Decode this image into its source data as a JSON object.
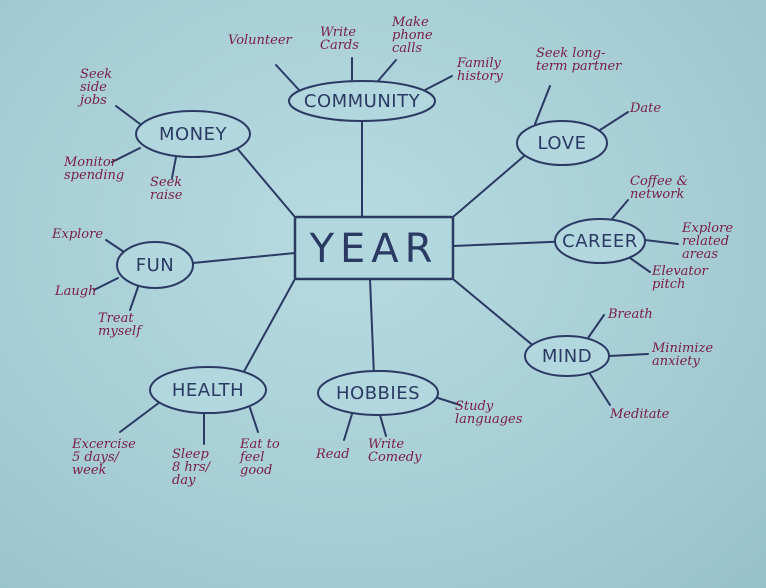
{
  "center": {
    "label": "YEAR"
  },
  "nodes": [
    {
      "id": "community",
      "label": "COMMUNITY",
      "leaves": [
        {
          "id": "volunteer",
          "text": [
            "Volunteer"
          ]
        },
        {
          "id": "write-cards",
          "text": [
            "Write",
            "Cards"
          ]
        },
        {
          "id": "make-phone-calls",
          "text": [
            "Make",
            "phone",
            "calls"
          ]
        },
        {
          "id": "family-history",
          "text": [
            "Family",
            "history"
          ]
        }
      ]
    },
    {
      "id": "love",
      "label": "LOVE",
      "leaves": [
        {
          "id": "seek-long-term-partner",
          "text": [
            "Seek long-",
            "term partner"
          ]
        },
        {
          "id": "date",
          "text": [
            "Date"
          ]
        }
      ]
    },
    {
      "id": "career",
      "label": "CAREER",
      "leaves": [
        {
          "id": "coffee-network",
          "text": [
            "Coffee &",
            "network"
          ]
        },
        {
          "id": "explore-related-areas",
          "text": [
            "Explore",
            "related",
            "areas"
          ]
        },
        {
          "id": "elevator-pitch",
          "text": [
            "Elevator",
            "pitch"
          ]
        }
      ]
    },
    {
      "id": "mind",
      "label": "MIND",
      "leaves": [
        {
          "id": "breath",
          "text": [
            "Breath"
          ]
        },
        {
          "id": "minimize-anxiety",
          "text": [
            "Minimize",
            "anxiety"
          ]
        },
        {
          "id": "meditate",
          "text": [
            "Meditate"
          ]
        }
      ]
    },
    {
      "id": "hobbies",
      "label": "HOBBIES",
      "leaves": [
        {
          "id": "read",
          "text": [
            "Read"
          ]
        },
        {
          "id": "write-comedy",
          "text": [
            "Write",
            "Comedy"
          ]
        },
        {
          "id": "study-languages",
          "text": [
            "Study",
            "languages"
          ]
        }
      ]
    },
    {
      "id": "health",
      "label": "HEALTH",
      "leaves": [
        {
          "id": "excercise",
          "text": [
            "Excercise",
            "5 days/",
            "week"
          ]
        },
        {
          "id": "sleep",
          "text": [
            "Sleep",
            "8 hrs/",
            "day"
          ]
        },
        {
          "id": "eat-to-feel-good",
          "text": [
            "Eat to",
            "feel",
            "good"
          ]
        }
      ]
    },
    {
      "id": "fun",
      "label": "FUN",
      "leaves": [
        {
          "id": "explore",
          "text": [
            "Explore"
          ]
        },
        {
          "id": "laugh",
          "text": [
            "Laugh"
          ]
        },
        {
          "id": "treat-myself",
          "text": [
            "Treat",
            "myself"
          ]
        }
      ]
    },
    {
      "id": "money",
      "label": "MONEY",
      "leaves": [
        {
          "id": "seek-side-jobs",
          "text": [
            "Seek",
            "side",
            "jobs"
          ]
        },
        {
          "id": "monitor-spending",
          "text": [
            "Monitor",
            "spending"
          ]
        },
        {
          "id": "seek-raise",
          "text": [
            "Seek",
            "raise"
          ]
        }
      ]
    }
  ]
}
